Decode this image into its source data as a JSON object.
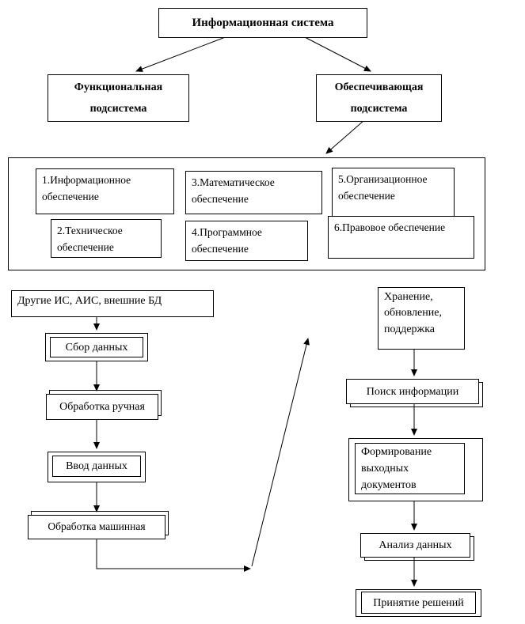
{
  "diagram": {
    "root_label": "Информационная система",
    "functional_label": "Функциональная подсистема",
    "providing_label": "Обеспечивающая подсистема",
    "support_items": [
      {
        "label": "1.Информационное обеспечение"
      },
      {
        "label": "2.Техническое обеспечение"
      },
      {
        "label": "3.Математическое обеспечение"
      },
      {
        "label": "4.Программное обеспечение"
      },
      {
        "label": "5.Организационное обеспечение"
      },
      {
        "label": "6.Правовое обеспечение"
      }
    ],
    "flow": {
      "sources_label": "Другие ИС, АИС, внешние БД",
      "collect_label": "Сбор данных",
      "manual_label": "Обработка ручная",
      "input_label": "Ввод данных",
      "machine_label": "Обработка машинная",
      "storage_label": "Хранение, обновление, поддержка",
      "search_label": "Поиск информации",
      "output_label": "Формирование выходных документов",
      "analysis_label": "Анализ данных",
      "decision_label": "Принятие решений"
    },
    "colors": {
      "border": "#000000",
      "background": "#ffffff",
      "text": "#000000"
    }
  }
}
